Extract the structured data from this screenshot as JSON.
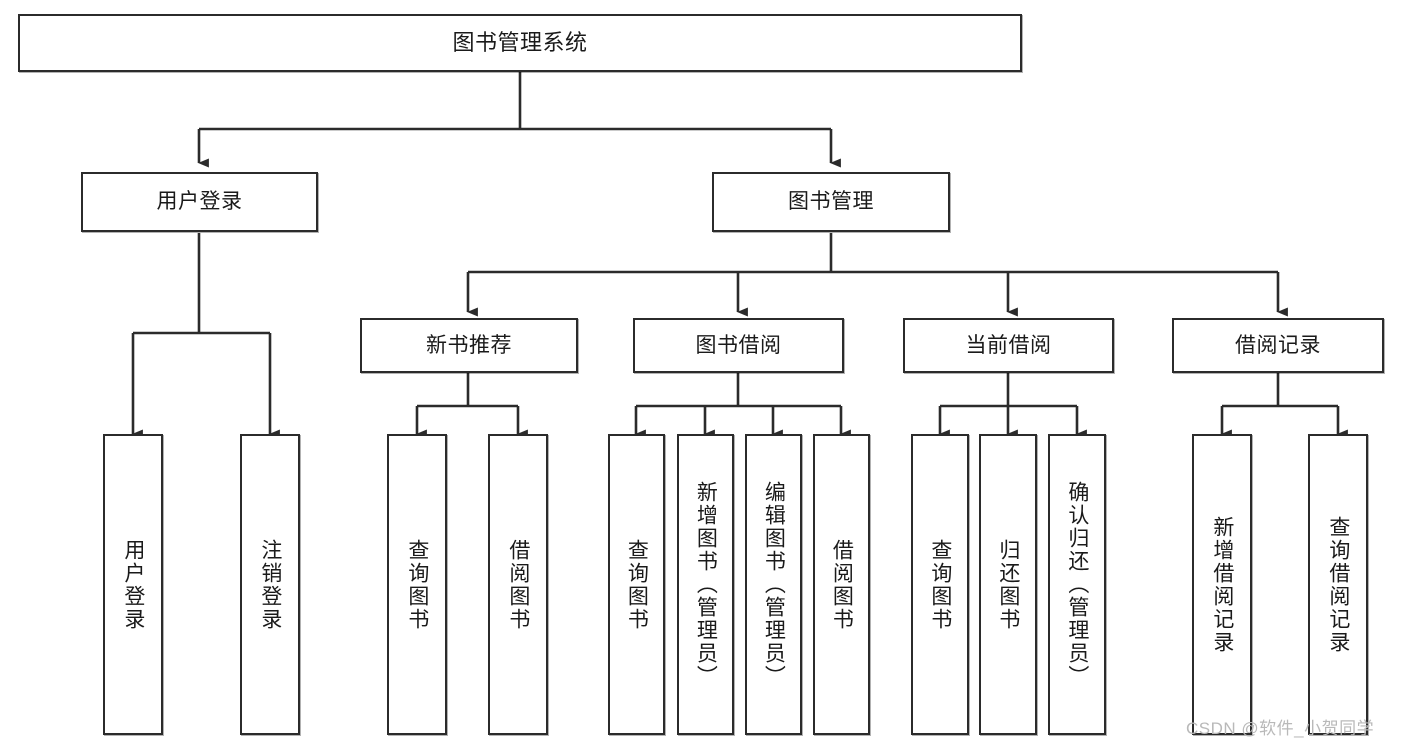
{
  "diagram": {
    "title": "图书管理系统",
    "type": "tree-hierarchy",
    "root": {
      "label": "图书管理系统"
    },
    "level1": [
      {
        "label": "用户登录"
      },
      {
        "label": "图书管理"
      }
    ],
    "level2": [
      {
        "label": "新书推荐"
      },
      {
        "label": "图书借阅"
      },
      {
        "label": "当前借阅"
      },
      {
        "label": "借阅记录"
      }
    ],
    "leaves": {
      "user_login": [
        {
          "label": "用户登录"
        },
        {
          "label": "注销登录"
        }
      ],
      "new_book_recommend": [
        {
          "label": "查询图书"
        },
        {
          "label": "借阅图书"
        }
      ],
      "book_borrow": [
        {
          "label": "查询图书"
        },
        {
          "label": "新增图书（管理员）"
        },
        {
          "label": "编辑图书（管理员）"
        },
        {
          "label": "借阅图书"
        }
      ],
      "current_borrow": [
        {
          "label": "查询图书"
        },
        {
          "label": "归还图书"
        },
        {
          "label": "确认归还（管理员）"
        }
      ],
      "borrow_record": [
        {
          "label": "新增借阅记录"
        },
        {
          "label": "查询借阅记录"
        }
      ]
    }
  },
  "watermark": {
    "text": "CSDN @软件_小贺同学"
  },
  "colors": {
    "border": "#2b2b2b",
    "background": "#ffffff",
    "text": "#1a1a1a",
    "watermark": "#b9b9b9"
  }
}
